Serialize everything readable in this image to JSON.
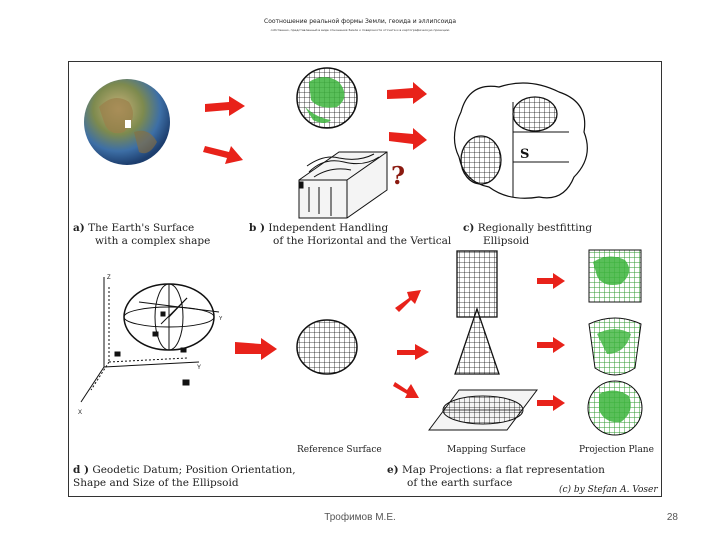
{
  "slide": {
    "title": "Соотношение реальной формы Земли, геоида и эллипсоида",
    "subtitle": "собственно, представленный в виде отношения Земли к поверхности отсчета и в картографическую проекцию",
    "author": "Трофимов М.Е.",
    "page_number": "28"
  },
  "figure": {
    "question_mark": "?",
    "s_label": "S",
    "captions": {
      "a": {
        "letter": "a)",
        "line1": "The Earth's Surface",
        "line2": "with a complex shape"
      },
      "b": {
        "letter": "b )",
        "line1": "Independent Handling",
        "line2": "of the Horizontal and the Vertical"
      },
      "c": {
        "letter": "c)",
        "line1": "Regionally bestfitting",
        "line2": "Ellipsoid"
      },
      "d": {
        "letter": "d )",
        "line1": "Geodetic Datum; Position Orientation,",
        "line2": "Shape and Size of the Ellipsoid"
      },
      "e": {
        "letter": "e)",
        "line1": "Map Projections: a flat representation",
        "line2": "of the earth surface"
      }
    },
    "labels": {
      "reference_surface": "Reference Surface",
      "mapping_surface": "Mapping Surface",
      "projection_plane": "Projection Plane"
    },
    "axis_labels": {
      "z": "Z",
      "y": "Y",
      "x": "X",
      "y2": "Y"
    },
    "credit": "(c) by Stefan A. Voser",
    "colors": {
      "arrow": "#e8221a",
      "grid_green": "#2f9a2f",
      "question": "#8b1a10"
    }
  }
}
